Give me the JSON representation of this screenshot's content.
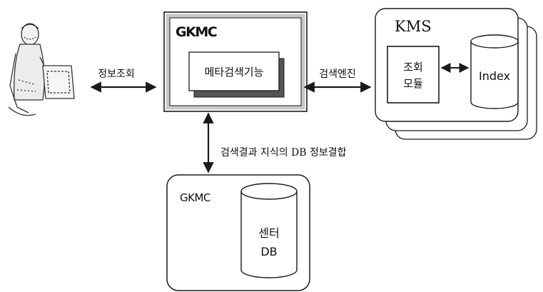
{
  "user": {
    "icon": "person-at-computer-icon"
  },
  "gkmc_portal": {
    "title": "GKMC",
    "module_label": "메타검색기능"
  },
  "kms": {
    "title": "KMS",
    "query_module_label_line1": "조회",
    "query_module_label_line2": "모듈",
    "index_label": "Index"
  },
  "gkmc_center": {
    "title": "GKMC",
    "db_label_line1": "센터",
    "db_label_line2": "DB"
  },
  "edges": {
    "user_portal": "정보조회",
    "portal_kms": "검색엔진",
    "portal_center": "검색결과 지식의 DB 정보결합"
  },
  "colors": {
    "line": "#1a1a1a",
    "shadow": "#555555",
    "portal_frame": "#c8c8c8"
  }
}
